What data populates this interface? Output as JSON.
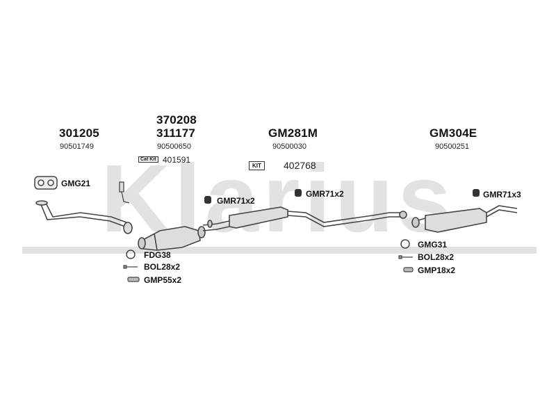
{
  "watermark": "Klarius",
  "sections": [
    {
      "code": "301205",
      "sub": "90501749"
    },
    {
      "code_top": "370208",
      "code": "311177",
      "sub": "90500650"
    },
    {
      "code": "GM281M",
      "sub": "90500030"
    },
    {
      "code": "GM304E",
      "sub": "90500251"
    }
  ],
  "cat_kit": {
    "badge": "Cat Kit",
    "number": "401591"
  },
  "kit": {
    "badge": "KIT",
    "number": "402768"
  },
  "labels": {
    "gmg21": "GMG21",
    "gmr71_a": "GMR71x2",
    "gmr71_b": "GMR71x2",
    "gmr71_c": "GMR71x3",
    "fdg38": "FDG38",
    "bol28_a": "BOL28x2",
    "gmp55": "GMP55x2",
    "gmg31": "GMG31",
    "bol28_b": "BOL28x2",
    "gmp18": "GMP18x2"
  }
}
